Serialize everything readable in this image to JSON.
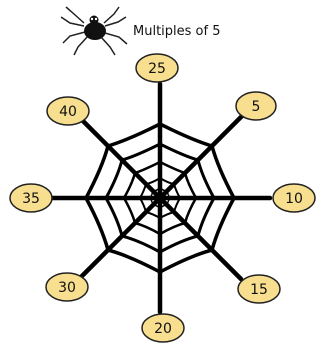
{
  "title": "Multiples of 5",
  "colors": {
    "bubble_fill": "#f7df8f",
    "bubble_stroke": "#222222",
    "web_stroke": "#000000",
    "text": "#111111"
  },
  "icons": {
    "title_icon": "spider-icon"
  },
  "labels": {
    "top": "25",
    "top_right": "5",
    "right": "10",
    "bottom_right": "15",
    "bottom": "20",
    "bottom_left": "30",
    "left": "35",
    "top_left": "40"
  }
}
